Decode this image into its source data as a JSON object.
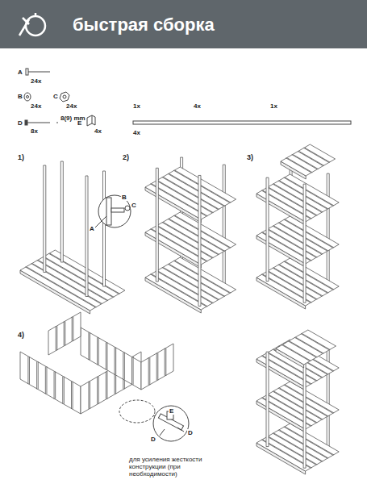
{
  "diagram": {
    "title": "быстрая сборка",
    "labels": [
      "A",
      "24x",
      "B",
      "24x",
      "C",
      "24x",
      "D",
      "8x",
      "8(9) mm",
      "E",
      "4x",
      "1x",
      "4x",
      "1x",
      "4x",
      "1)",
      "A",
      "B",
      "C",
      "2)",
      "3)",
      "4)",
      "E",
      "D",
      "D",
      "для усиления жесткости конструкции (при необходимости)"
    ]
  }
}
